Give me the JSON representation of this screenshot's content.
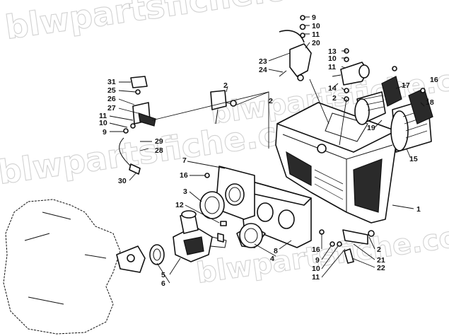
{
  "watermark": {
    "lines": [
      "blwpartsfiche.com",
      "blwpartsfiche.com",
      "blwpartsfiche.com",
      "blwpartsfiche.com"
    ]
  },
  "callouts": [
    {
      "id": "c9a",
      "text": "9"
    },
    {
      "id": "c10a",
      "text": "10"
    },
    {
      "id": "c11a",
      "text": "11"
    },
    {
      "id": "c20",
      "text": "20"
    },
    {
      "id": "c13",
      "text": "13"
    },
    {
      "id": "c10b",
      "text": "10"
    },
    {
      "id": "c11b",
      "text": "11"
    },
    {
      "id": "c23",
      "text": "23"
    },
    {
      "id": "c24",
      "text": "24"
    },
    {
      "id": "c2a",
      "text": "2"
    },
    {
      "id": "c14",
      "text": "14"
    },
    {
      "id": "c2b",
      "text": "2"
    },
    {
      "id": "c16a",
      "text": "16"
    },
    {
      "id": "c17",
      "text": "17"
    },
    {
      "id": "c18",
      "text": "18"
    },
    {
      "id": "c19",
      "text": "19"
    },
    {
      "id": "c15",
      "text": "15"
    },
    {
      "id": "c31",
      "text": "31"
    },
    {
      "id": "c25",
      "text": "25"
    },
    {
      "id": "c26",
      "text": "26"
    },
    {
      "id": "c27",
      "text": "27"
    },
    {
      "id": "c2c",
      "text": "2"
    },
    {
      "id": "c11c",
      "text": "11"
    },
    {
      "id": "c10c",
      "text": "10"
    },
    {
      "id": "c9b",
      "text": "9"
    },
    {
      "id": "c29",
      "text": "29"
    },
    {
      "id": "c28",
      "text": "28"
    },
    {
      "id": "c30",
      "text": "30"
    },
    {
      "id": "c7",
      "text": "7"
    },
    {
      "id": "c16b",
      "text": "16"
    },
    {
      "id": "c3",
      "text": "3"
    },
    {
      "id": "c12",
      "text": "12"
    },
    {
      "id": "c1",
      "text": "1"
    },
    {
      "id": "c4",
      "text": "4"
    },
    {
      "id": "c8",
      "text": "8"
    },
    {
      "id": "c16c",
      "text": "16"
    },
    {
      "id": "c9c",
      "text": "9"
    },
    {
      "id": "c10d",
      "text": "10"
    },
    {
      "id": "c11d",
      "text": "11"
    },
    {
      "id": "c2d",
      "text": "2"
    },
    {
      "id": "c21",
      "text": "21"
    },
    {
      "id": "c22",
      "text": "22"
    },
    {
      "id": "c5",
      "text": "5"
    },
    {
      "id": "c6",
      "text": "6"
    }
  ]
}
